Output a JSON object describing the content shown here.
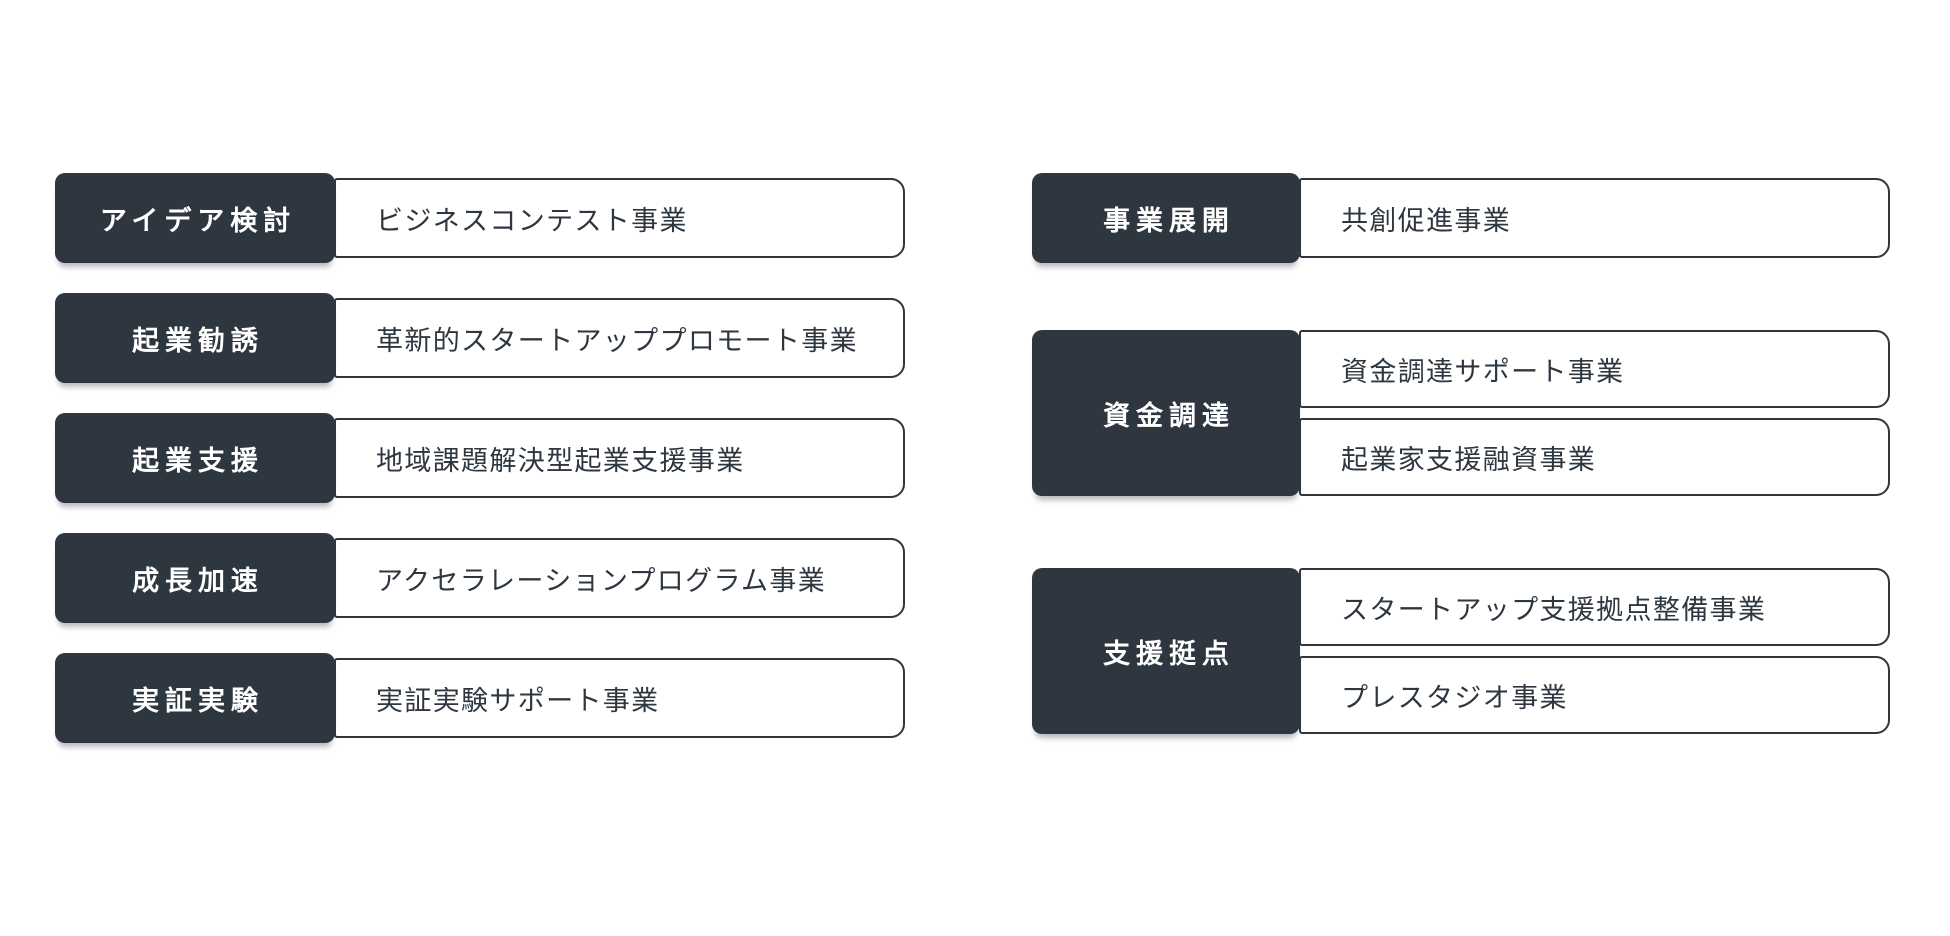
{
  "colors": {
    "background": "#FFFFFF",
    "tag_fill": "#2E3740",
    "box_border": "#2E3640",
    "tag_text": "#FFFFFF",
    "box_text": "#2E3740"
  },
  "left_column": {
    "rows": [
      {
        "label": "アイデア検討",
        "item": "ビジネスコンテスト事業"
      },
      {
        "label": "起業勧誘",
        "item": "革新的スタートアッププロモート事業"
      },
      {
        "label": "起業支援",
        "item": "地域課題解決型起業支援事業"
      },
      {
        "label": "成長加速",
        "item": "アクセラレーションプログラム事業"
      },
      {
        "label": "実証実験",
        "item": "実証実験サポート事業"
      }
    ]
  },
  "right_column": {
    "groups": [
      {
        "label": "事業展開",
        "items": [
          "共創促進事業"
        ]
      },
      {
        "label": "資金調達",
        "items": [
          "資金調達サポート事業",
          "起業家支援融資事業"
        ]
      },
      {
        "label": "支援挺点",
        "items": [
          "スタートアップ支援拠点整備事業",
          "プレスタジオ事業"
        ]
      }
    ]
  }
}
